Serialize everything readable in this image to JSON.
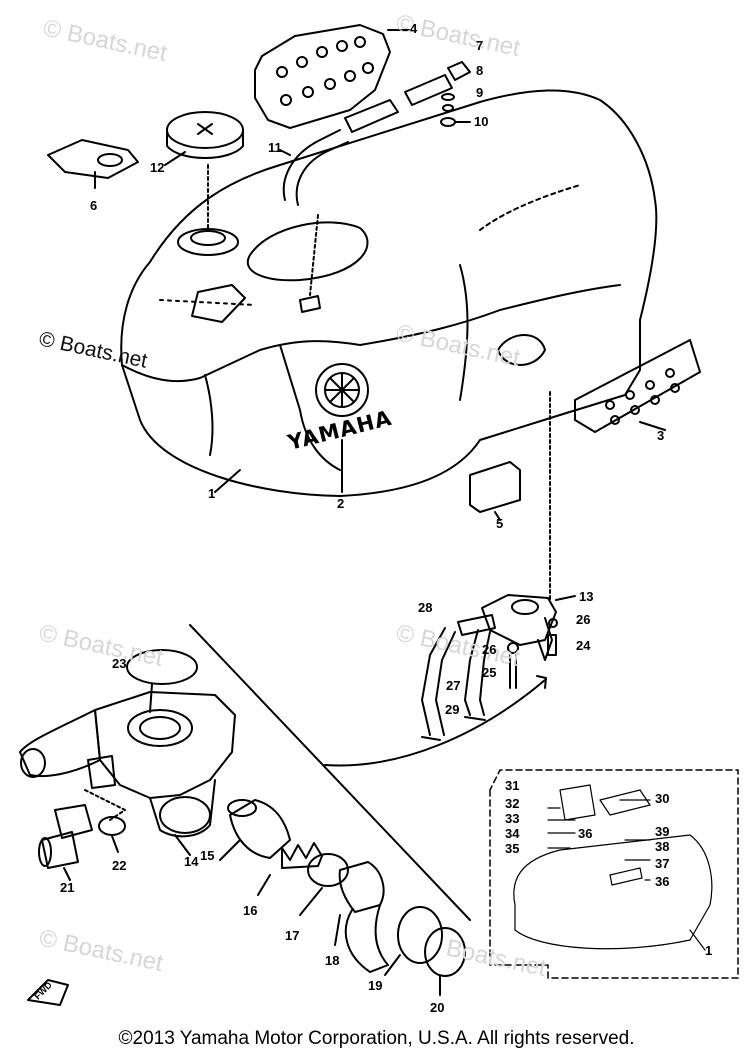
{
  "watermark": "© Boats.net",
  "watermark_small": "Boats.net",
  "brand": "YAMAHA",
  "forward_label": "FWD",
  "copyright": "©2013 Yamaha Motor Corporation, U.S.A. All rights reserved.",
  "callouts": [
    "1",
    "2",
    "3",
    "4",
    "5",
    "6",
    "7",
    "8",
    "9",
    "10",
    "11",
    "12",
    "13",
    "14",
    "15",
    "16",
    "17",
    "18",
    "19",
    "20",
    "21",
    "22",
    "23",
    "24",
    "25",
    "26",
    "27",
    "28",
    "29",
    "30",
    "31",
    "32",
    "33",
    "34",
    "35",
    "36",
    "37",
    "38",
    "39"
  ]
}
